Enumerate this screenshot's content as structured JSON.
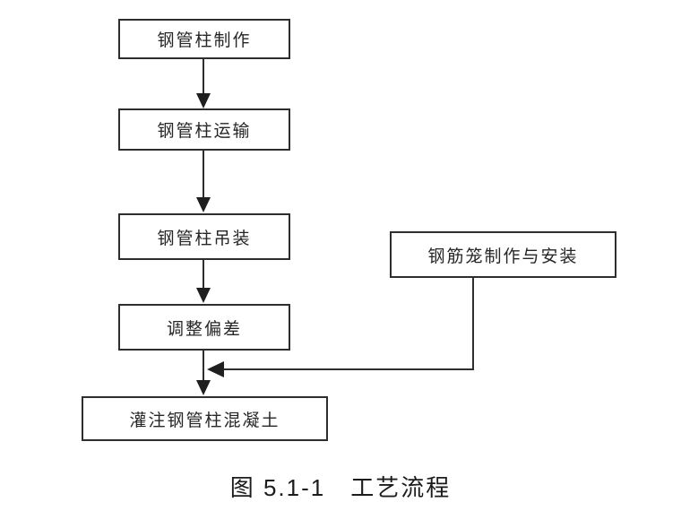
{
  "diagram": {
    "type": "flowchart",
    "caption": "图 5.1-1　工艺流程",
    "nodes": [
      {
        "id": "fabricate",
        "label": "钢管柱制作"
      },
      {
        "id": "transport",
        "label": "钢管柱运输"
      },
      {
        "id": "hoist",
        "label": "钢管柱吊装"
      },
      {
        "id": "adjust",
        "label": "调整偏差"
      },
      {
        "id": "pour",
        "label": "灌注钢管柱混凝土"
      },
      {
        "id": "rebar_cage",
        "label": "钢筋笼制作与安装"
      }
    ],
    "edges": [
      {
        "from": "fabricate",
        "to": "transport",
        "style": "arrow-down"
      },
      {
        "from": "transport",
        "to": "hoist",
        "style": "arrow-down"
      },
      {
        "from": "hoist",
        "to": "adjust",
        "style": "arrow-down"
      },
      {
        "from": "adjust",
        "to": "pour",
        "style": "arrow-down"
      },
      {
        "from": "rebar_cage",
        "to": "pour",
        "style": "elbow-left-into-main-flow"
      }
    ]
  },
  "colors": {
    "background": "#ffffff",
    "line": "#2e2e2e",
    "text": "#262626"
  }
}
